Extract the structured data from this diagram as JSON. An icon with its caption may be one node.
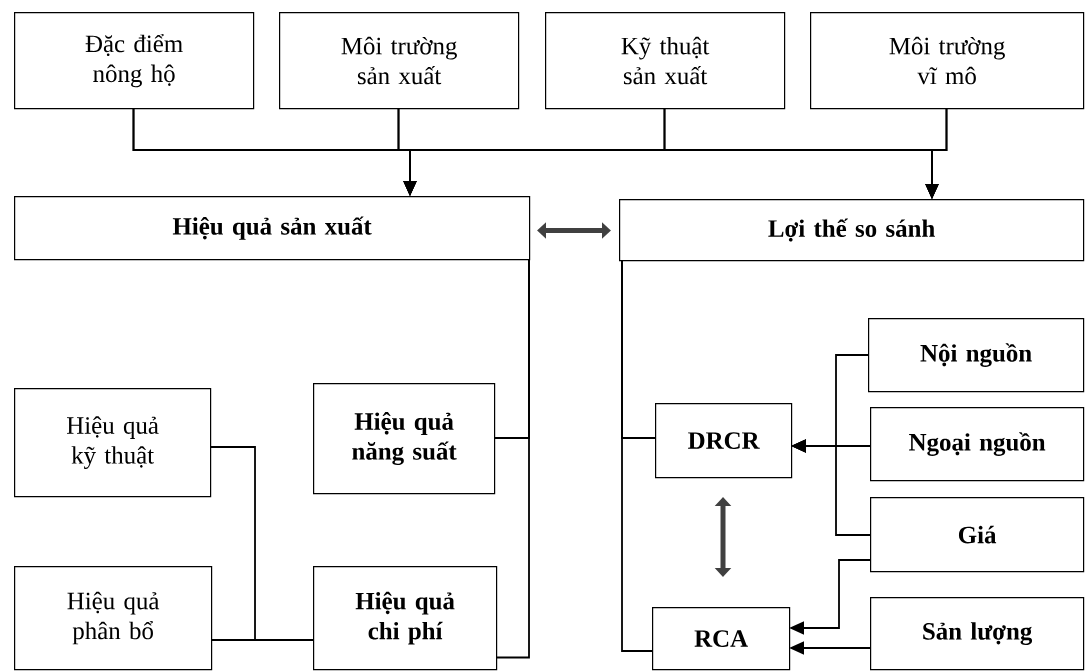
{
  "diagram": {
    "nodes": [
      {
        "text": [
          "Đặc điểm nông hộ"
        ]
      },
      {
        "text": [
          "Môi trường sản xuất"
        ]
      },
      {
        "text": [
          "Kỹ thuật sản xuất"
        ]
      },
      {
        "text": [
          "Môi trường vĩ mô"
        ]
      },
      {
        "text": [
          "Hiệu quả sản xuất"
        ]
      },
      {
        "text": [
          "Lợi thế so sánh"
        ]
      },
      {
        "text": [
          "Hiệu quả kỹ thuật"
        ]
      },
      {
        "text": [
          "Hiệu quả năng suất"
        ]
      },
      {
        "text": [
          "Hiệu quả phân bổ"
        ]
      },
      {
        "text": [
          "Hiệu quả chi phí"
        ]
      },
      {
        "text": [
          "Nội nguồn"
        ]
      },
      {
        "text": [
          "DRCR"
        ]
      },
      {
        "text": [
          "Ngoại nguồn"
        ]
      },
      {
        "text": [
          "Giá"
        ]
      },
      {
        "text": [
          "RCA"
        ]
      },
      {
        "text": [
          "Sản lượng"
        ]
      }
    ],
    "edges": [
      {
        "from": 0,
        "to": 4,
        "arrow": "to"
      },
      {
        "from": 1,
        "to": 4,
        "arrow": "to"
      },
      {
        "from": 2,
        "to": 4,
        "arrow": "to"
      },
      {
        "from": 3,
        "to": 4,
        "arrow": "to"
      },
      {
        "from": 0,
        "to": 5,
        "arrow": "to"
      },
      {
        "from": 1,
        "to": 5,
        "arrow": "to"
      },
      {
        "from": 2,
        "to": 5,
        "arrow": "to"
      },
      {
        "from": 3,
        "to": 5,
        "arrow": "to"
      },
      {
        "from": 4,
        "to": 5,
        "arrow": "both",
        "style": "thick"
      },
      {
        "from": 7,
        "to": 4,
        "arrow": "none"
      },
      {
        "from": 9,
        "to": 4,
        "arrow": "none"
      },
      {
        "from": 6,
        "to": 9,
        "arrow": "none"
      },
      {
        "from": 8,
        "to": 9,
        "arrow": "none"
      },
      {
        "from": 5,
        "to": 11,
        "arrow": "none"
      },
      {
        "from": 5,
        "to": 14,
        "arrow": "none"
      },
      {
        "from": 10,
        "to": 11,
        "arrow": "to"
      },
      {
        "from": 12,
        "to": 11,
        "arrow": "to"
      },
      {
        "from": 13,
        "to": 11,
        "arrow": "to"
      },
      {
        "from": 13,
        "to": 14,
        "arrow": "to"
      },
      {
        "from": 15,
        "to": 14,
        "arrow": "to"
      },
      {
        "from": 11,
        "to": 14,
        "arrow": "both",
        "style": "thick"
      }
    ]
  }
}
